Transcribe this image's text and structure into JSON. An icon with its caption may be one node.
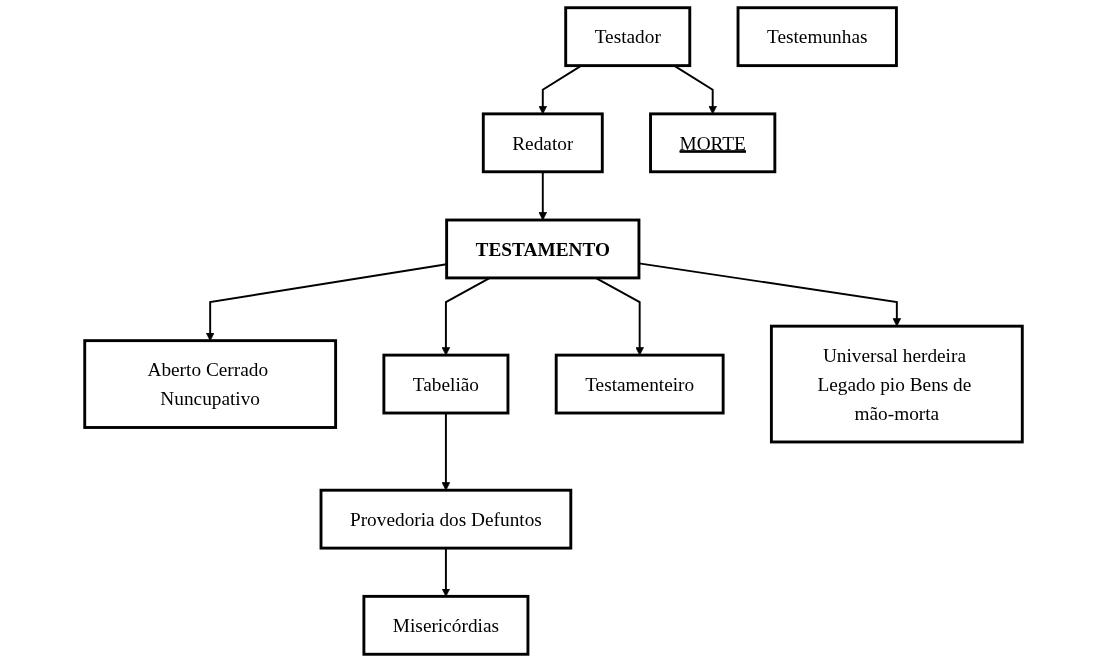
{
  "diagram": {
    "nodes": [
      {
        "text": [
          "Testador"
        ]
      },
      {
        "text": [
          "Testemunhas"
        ]
      },
      {
        "text": [
          "Redator"
        ]
      },
      {
        "text": [
          "MORTE"
        ]
      },
      {
        "text": [
          "TESTAMENTO"
        ]
      },
      {
        "text": [
          "Aberto Cerrado Nuncupativo"
        ]
      },
      {
        "text": [
          "Tabelião"
        ]
      },
      {
        "text": [
          "Testamenteiro"
        ]
      },
      {
        "text": [
          "Universal herdeira Legado pio Bens de mão-morta"
        ]
      },
      {
        "text": [
          "Provedoria dos Defuntos"
        ]
      },
      {
        "text": [
          "Misericórdias"
        ]
      }
    ],
    "edges": [
      {
        "from": 0,
        "to": 2,
        "arrow": "to"
      },
      {
        "from": 0,
        "to": 3,
        "arrow": "to"
      },
      {
        "from": 2,
        "to": 4,
        "arrow": "to"
      },
      {
        "from": 4,
        "to": 5,
        "arrow": "to"
      },
      {
        "from": 4,
        "to": 8,
        "arrow": "to"
      },
      {
        "from": 4,
        "to": 6,
        "arrow": "to"
      },
      {
        "from": 4,
        "to": 7,
        "arrow": "to"
      },
      {
        "from": 6,
        "to": 9,
        "arrow": "to"
      },
      {
        "from": 9,
        "to": 10,
        "arrow": "to"
      }
    ]
  }
}
